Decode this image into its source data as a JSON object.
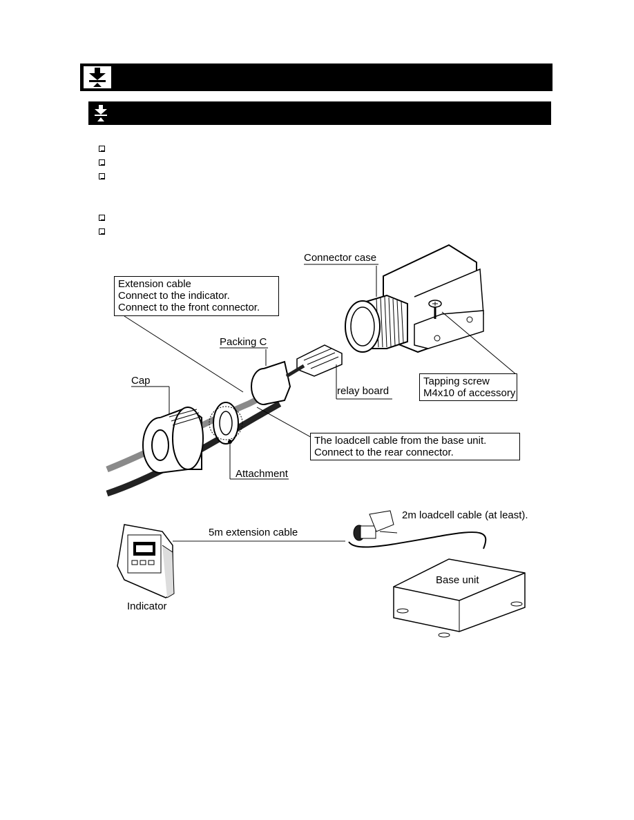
{
  "diagram": {
    "labels": {
      "connector_case": "Connector case",
      "extension_cable": [
        "Extension cable",
        "Connect to the indicator.",
        "Connect to the front connector."
      ],
      "packing_c": "Packing C",
      "cap": "Cap",
      "relay_board": "relay board",
      "tapping_screw": [
        "Tapping screw",
        "M4x10 of accessory"
      ],
      "loadcell_cable": [
        "The loadcell cable from the base unit.",
        "Connect to the rear connector."
      ],
      "attachment": "Attachment",
      "extension_5m": "5m extension cable",
      "loadcell_2m": "2m loadcell cable (at least).",
      "base_unit": "Base unit",
      "indicator": "Indicator"
    }
  }
}
